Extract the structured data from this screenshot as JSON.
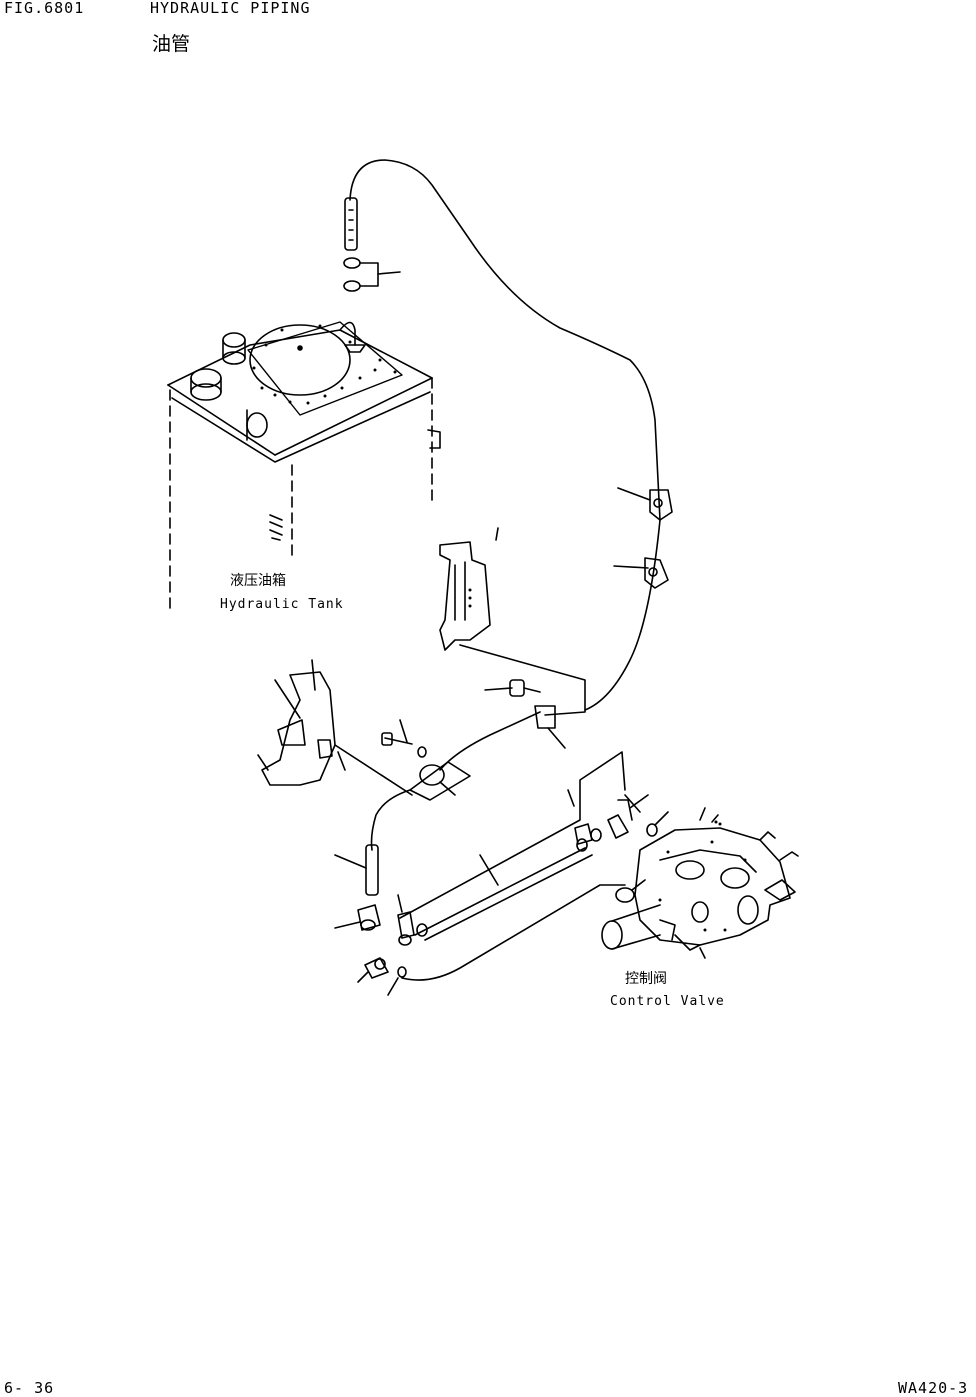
{
  "header": {
    "figure_number": "FIG.6801",
    "title": "HYDRAULIC PIPING",
    "title_cn": "油管"
  },
  "labels": {
    "hydraulic_tank_cn": "液压油箱",
    "hydraulic_tank_en": "Hydraulic Tank",
    "control_valve_cn": "控制阀",
    "control_valve_en": "Control Valve"
  },
  "footer": {
    "page_number": "6- 36",
    "model": "WA420-3"
  }
}
